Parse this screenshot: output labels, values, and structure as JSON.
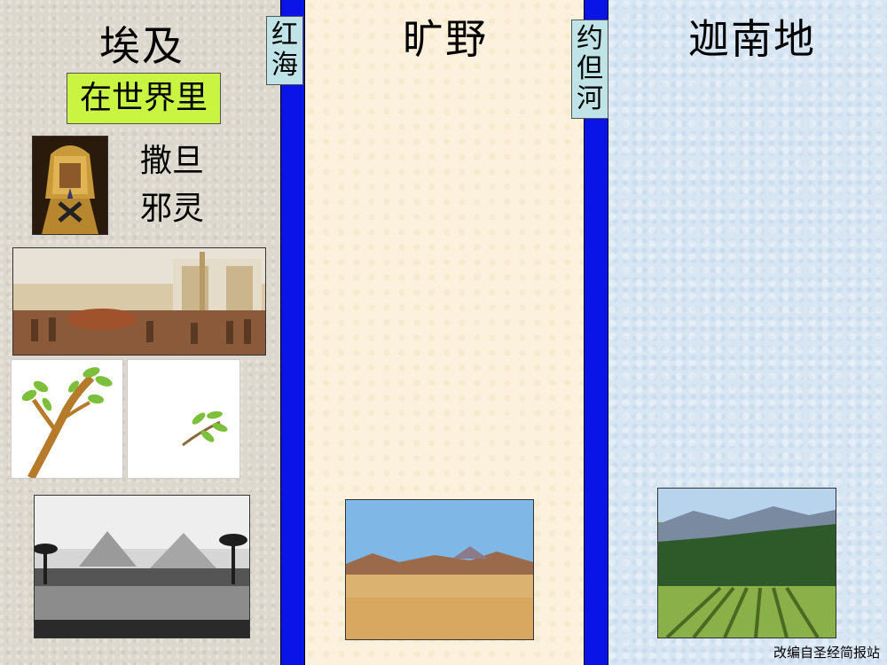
{
  "egypt": {
    "title": "埃及",
    "tag": "在世界里",
    "word1": "撒旦",
    "word2": "邪灵"
  },
  "red_sea": {
    "chars": [
      "红",
      "海"
    ]
  },
  "wilderness": {
    "title": "旷野"
  },
  "jordan": {
    "chars": [
      "约",
      "但",
      "河"
    ]
  },
  "canaan": {
    "title": "迦南地"
  },
  "footer": {
    "credit": "改编自圣经简报站"
  },
  "colors": {
    "river": "#0a14e6",
    "label_bg": "#bfe3e6",
    "tag_bg": "#c9f542",
    "egypt_bg": "#ddd8ce",
    "wilderness_bg": "#fbf1dc",
    "canaan_bg": "#d8e6f4"
  },
  "images": {
    "pharaoh": "pharaoh-mask-photo",
    "procession": "egyptian-procession-painting",
    "branch_big": "branch-leaves-illustration",
    "branch_small": "twig-leaves-illustration",
    "pyramids": "pyramids-nile-photo",
    "desert": "desert-landscape-photo",
    "vineyard": "vineyard-valley-photo"
  }
}
